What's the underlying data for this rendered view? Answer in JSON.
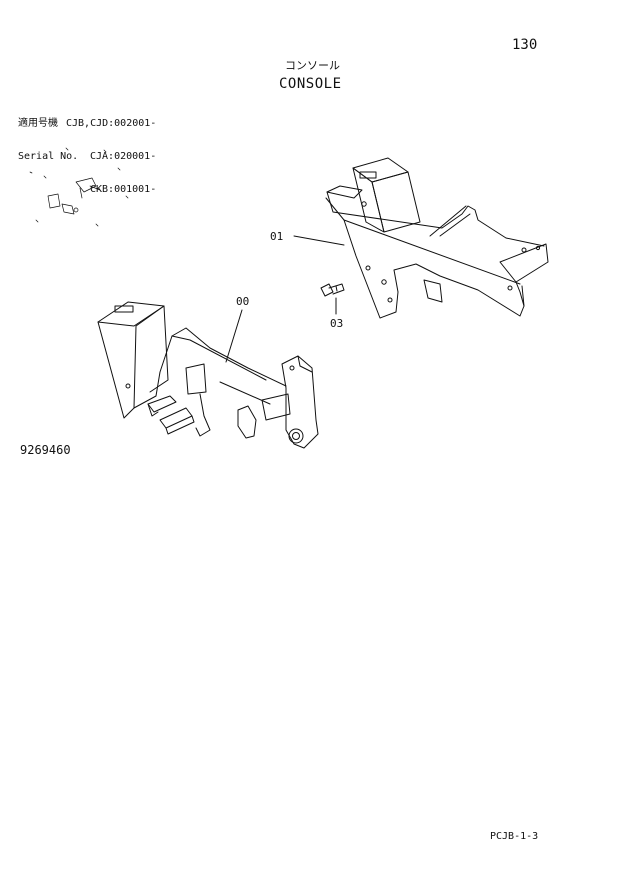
{
  "page_number": "130",
  "title_jp": "コンソール",
  "title_en": "CONSOLE",
  "serial": {
    "label_jp": "適用号機",
    "label_en": "Serial No.",
    "ranges": [
      "CJB,CJD:002001-",
      "CJA:020001-",
      "CKB:001001-"
    ]
  },
  "callouts": [
    "00",
    "01",
    "03"
  ],
  "drawing_number": "9269460",
  "page_code": "PCJB-1-3"
}
